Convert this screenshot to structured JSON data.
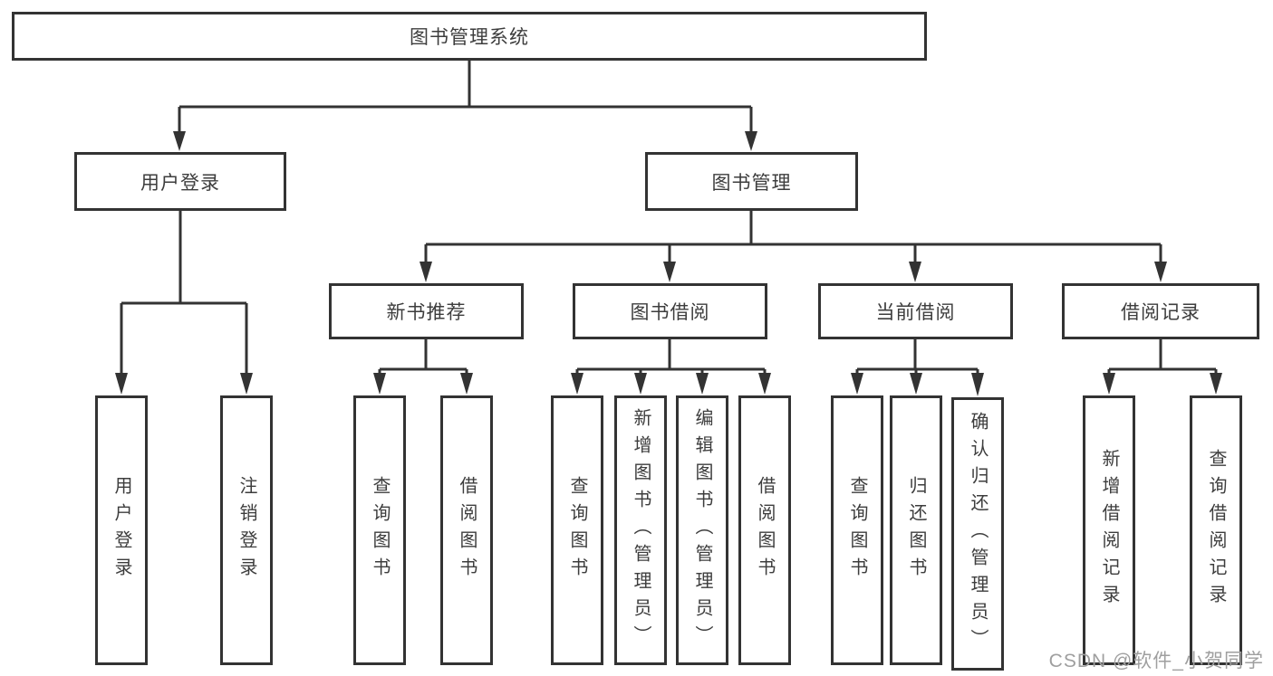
{
  "diagram": {
    "type": "function-structure-tree",
    "tree": {
      "root": {
        "label": "图书管理系统"
      },
      "branches": [
        {
          "label": "用户登录",
          "children": [
            {
              "label": "用户登录"
            },
            {
              "label": "注销登录"
            }
          ]
        },
        {
          "label": "图书管理",
          "children": [
            {
              "label": "新书推荐",
              "children": [
                {
                  "label": "查询图书"
                },
                {
                  "label": "借阅图书"
                }
              ]
            },
            {
              "label": "图书借阅",
              "children": [
                {
                  "label": "查询图书"
                },
                {
                  "label": "新增图书（管理员）"
                },
                {
                  "label": "编辑图书（管理员）"
                },
                {
                  "label": "借阅图书"
                }
              ]
            },
            {
              "label": "当前借阅",
              "children": [
                {
                  "label": "查询图书"
                },
                {
                  "label": "归还图书"
                },
                {
                  "label": "确认归还（管理员）"
                }
              ]
            },
            {
              "label": "借阅记录",
              "children": [
                {
                  "label": "新增借阅记录"
                },
                {
                  "label": "查询借阅记录"
                }
              ]
            }
          ]
        }
      ]
    },
    "colors": {
      "line": "#333333",
      "box_border": "#333333",
      "box_fill": "#ffffff",
      "text": "#3d3d3d",
      "background": "#ffffff",
      "watermark": "#9f9f9f"
    }
  },
  "watermark": {
    "text": "CSDN @软件_小贺同学"
  }
}
